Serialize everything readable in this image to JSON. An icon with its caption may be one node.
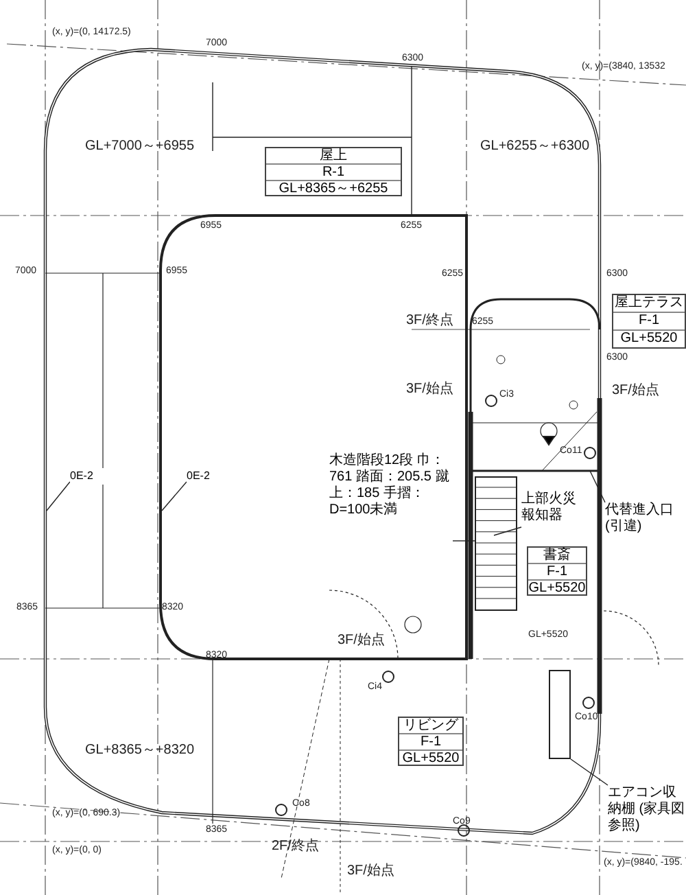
{
  "diagram": {
    "nodes": [
      {
        "text": [
          "屋上",
          "R-1",
          "GL+8365～+6255"
        ]
      },
      {
        "text": [
          "屋上テラス",
          "F-1",
          "GL+5520"
        ]
      },
      {
        "text": [
          "木造階段12段 巾：761 踏面：205.5 蹴上：185 手摺：D=100未満"
        ]
      },
      {
        "text": [],
        "shape": "box"
      },
      {
        "text": [
          "上部火災報知器"
        ]
      },
      {
        "text": [
          "代替進入口(引違)"
        ]
      },
      {
        "text": [
          "書斎",
          "F-1",
          "GL+5520"
        ]
      },
      {
        "text": [
          "リビング",
          "F-1",
          "GL+5520"
        ]
      },
      {
        "text": [
          "エアコン収納棚 (家具図参照)"
        ]
      },
      {
        "text": [],
        "shape": "box"
      },
      {
        "text": [
          "0E-2"
        ]
      },
      {
        "text": [
          "0E-2"
        ]
      }
    ],
    "edges": [
      {
        "from": 2,
        "to": 3,
        "arrow": "none"
      },
      {
        "from": 4,
        "to": 3,
        "arrow": "none"
      },
      {
        "from": 5,
        "to": null,
        "arrow": "none"
      },
      {
        "from": 8,
        "to": 9,
        "arrow": "none"
      },
      {
        "from": 10,
        "to": null,
        "arrow": "none"
      },
      {
        "from": 11,
        "to": null,
        "arrow": "none"
      }
    ],
    "labels": [
      "(x, y)=(0, 14172.5)",
      "7000",
      "6300",
      "(x, y)=(3840, 13532",
      "GL+7000～+6955",
      "GL+6255～+6300",
      "6955",
      "6255",
      "7000",
      "6955",
      "6255",
      "6300",
      "3F/終点",
      "6255",
      "6300",
      "3F/始点",
      "3F/始点",
      "Ci3",
      "Co11",
      "8365",
      "8320",
      "8320",
      "GL+5520",
      "3F/始点",
      "Ci4",
      "Co10",
      "GL+8365～+8320",
      "Co8",
      "Co9",
      "(x, y)=(0, 690.3)",
      "8365",
      "(x, y)=(0, 0)",
      "2F/終点",
      "3F/始点",
      "(x, y)=(9840, -195."
    ]
  }
}
